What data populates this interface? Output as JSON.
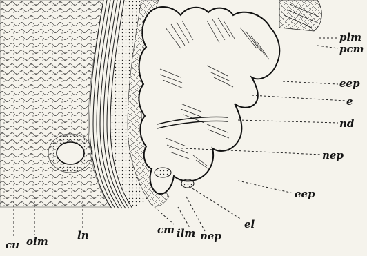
{
  "labels": {
    "plm": "plm",
    "pcm": "pcm",
    "eep_upper": "eep",
    "e": "e",
    "nd": "nd",
    "nep_right": "nep",
    "eep_lower": "eep",
    "el": "el",
    "cu": "cu",
    "olm": "olm",
    "ln": "ln",
    "cm": "cm",
    "ilm": "ilm",
    "nep_bottom": "nep"
  },
  "colors": {
    "ink": "#151515",
    "paper": "#f5f3ec"
  }
}
